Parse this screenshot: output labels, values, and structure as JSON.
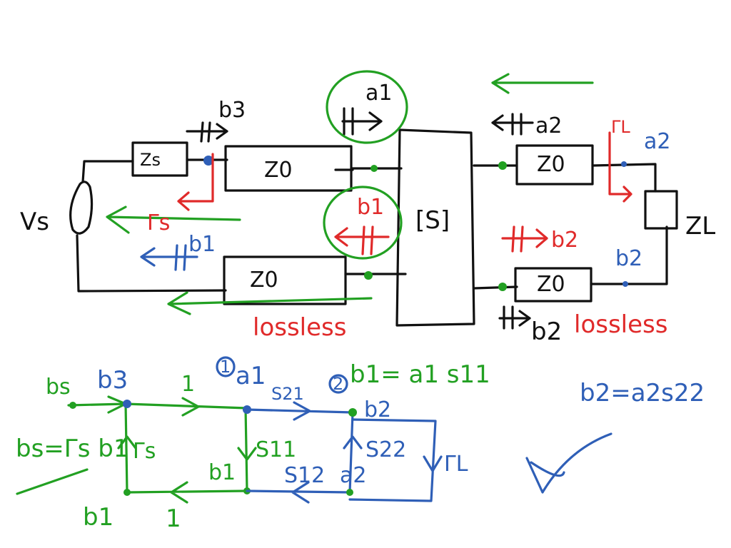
{
  "colors": {
    "ink": "#111111",
    "green": "#22a022",
    "red": "#e02a2a",
    "blue": "#2f5fb7"
  },
  "circuit": {
    "source_label": "Vs",
    "source_impedance": "Zs",
    "line_top_left": "Z0",
    "line_bottom_left": "Z0",
    "line_top_right": "Z0",
    "line_bottom_right": "Z0",
    "network_label": "[S]",
    "load_label": "ZL",
    "wave_b3": "b3",
    "wave_a1": "a1",
    "wave_b1_red": "b1",
    "wave_b1_blue": "b1",
    "gamma_s": "Γs",
    "wave_a2_black": "a2",
    "gamma_l": "ΓL",
    "wave_a2_blue": "a2",
    "wave_b2_red": "b2",
    "wave_b2_blue": "b2",
    "wave_b2_black": "b2",
    "lossless_left": "lossless",
    "lossless_right": "lossless"
  },
  "flowgraph": {
    "node_bs": "bs",
    "node_b3": "b3",
    "branch_top_gain": "1",
    "node_marker_1": "1",
    "node_a1": "a1",
    "branch_s21": "S21",
    "node_marker_2": "2",
    "node_b2": "b2",
    "branch_gamma_s": "Γs",
    "branch_s11": "S11",
    "branch_s22": "S22",
    "branch_gamma_l": "ΓL",
    "node_b1_inner": "b1",
    "branch_s12": "S12",
    "node_a2": "a2",
    "node_b1_outer": "b1",
    "branch_bottom_gain": "1",
    "eq_bs": "bs=Γs b1",
    "eq_b1": "b1= a1 s11",
    "eq_b2": "b2=a2s22"
  }
}
